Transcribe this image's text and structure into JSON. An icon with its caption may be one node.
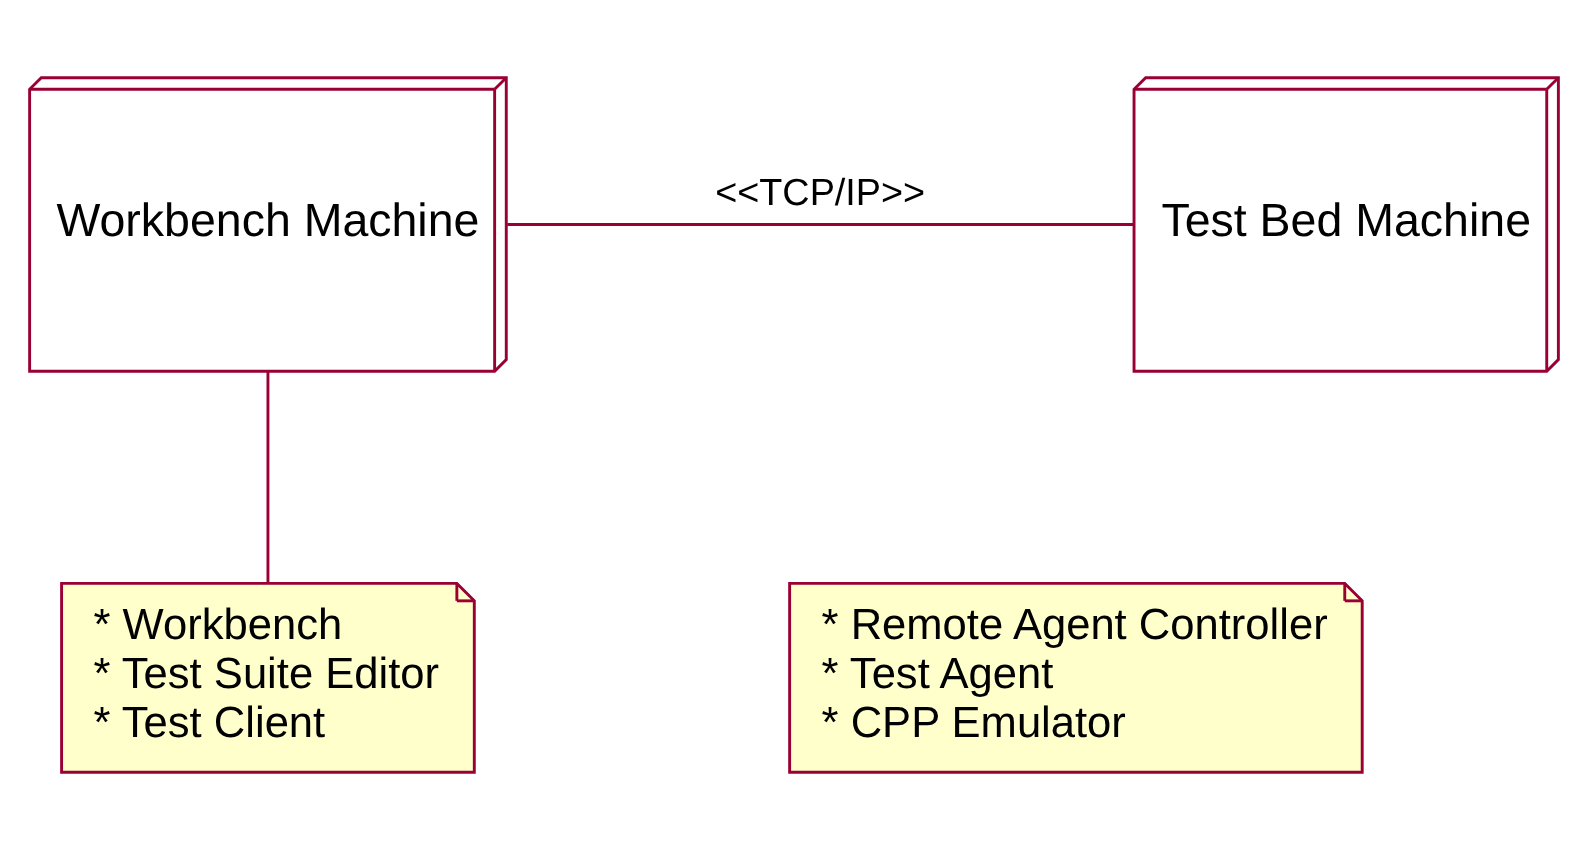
{
  "diagram": {
    "nodes": [
      {
        "text": [
          "Workbench Machine"
        ]
      },
      {
        "text": [
          "Test Bed Machine"
        ]
      },
      {
        "text": [
          "* Workbench",
          "* Test Suite Editor",
          "* Test Client"
        ]
      },
      {
        "text": [
          "* Remote Agent Controller",
          "* Test Agent",
          "* CPP Emulator"
        ]
      }
    ],
    "edges": [
      {
        "from": 0,
        "to": 1,
        "arrow": "none",
        "label": "<<TCP/IP>>"
      },
      {
        "from": 0,
        "to": 2,
        "arrow": "none"
      }
    ]
  }
}
